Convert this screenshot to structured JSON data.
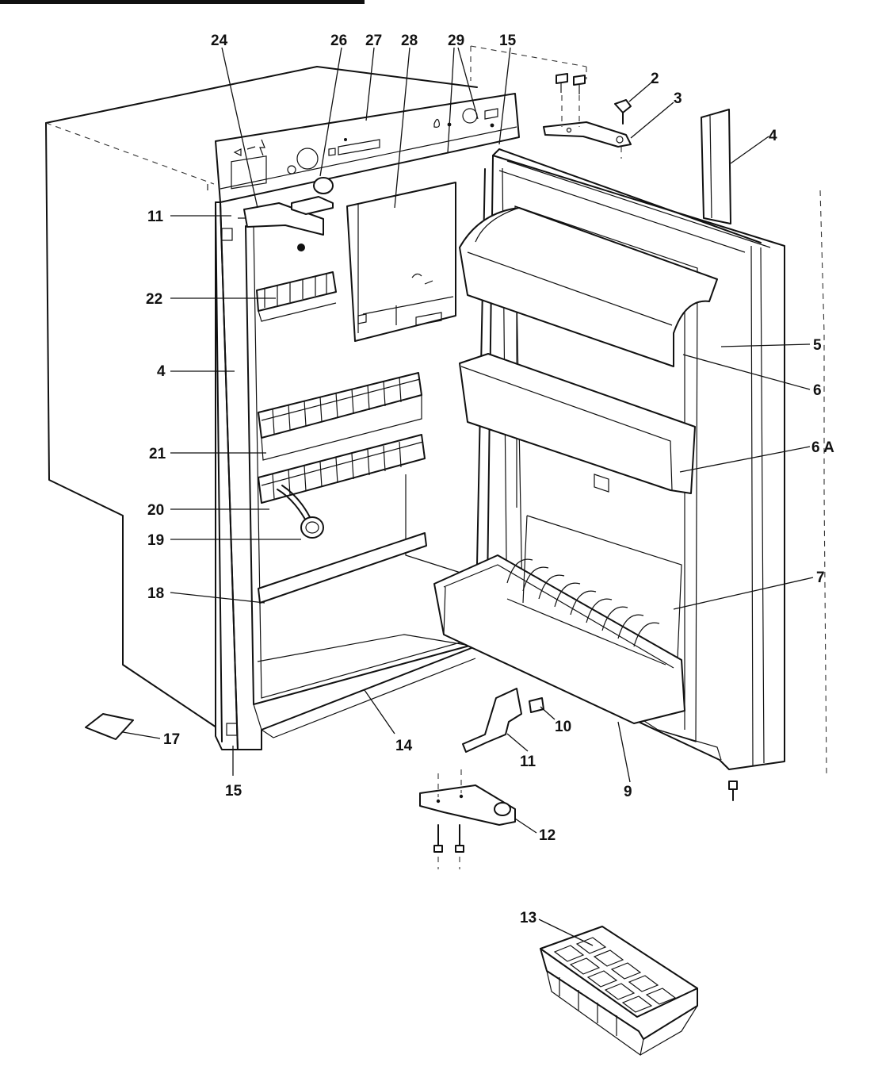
{
  "diagram": {
    "callouts": [
      {
        "id": "c24",
        "label": "24"
      },
      {
        "id": "c26",
        "label": "26"
      },
      {
        "id": "c27",
        "label": "27"
      },
      {
        "id": "c28",
        "label": "28"
      },
      {
        "id": "c29",
        "label": "29"
      },
      {
        "id": "c15top",
        "label": "15"
      },
      {
        "id": "c2",
        "label": "2"
      },
      {
        "id": "c3",
        "label": "3"
      },
      {
        "id": "c4right",
        "label": "4"
      },
      {
        "id": "c11left",
        "label": "11"
      },
      {
        "id": "c22",
        "label": "22"
      },
      {
        "id": "c4left",
        "label": "4"
      },
      {
        "id": "c5",
        "label": "5"
      },
      {
        "id": "c6",
        "label": "6"
      },
      {
        "id": "c6a",
        "label": "6 A"
      },
      {
        "id": "c21",
        "label": "21"
      },
      {
        "id": "c20",
        "label": "20"
      },
      {
        "id": "c19",
        "label": "19"
      },
      {
        "id": "c7",
        "label": "7"
      },
      {
        "id": "c18",
        "label": "18"
      },
      {
        "id": "c17",
        "label": "17"
      },
      {
        "id": "c15bottom",
        "label": "15"
      },
      {
        "id": "c14",
        "label": "14"
      },
      {
        "id": "c10",
        "label": "10"
      },
      {
        "id": "c11bottom",
        "label": "11"
      },
      {
        "id": "c9",
        "label": "9"
      },
      {
        "id": "c12",
        "label": "12"
      },
      {
        "id": "c13",
        "label": "13"
      }
    ]
  }
}
